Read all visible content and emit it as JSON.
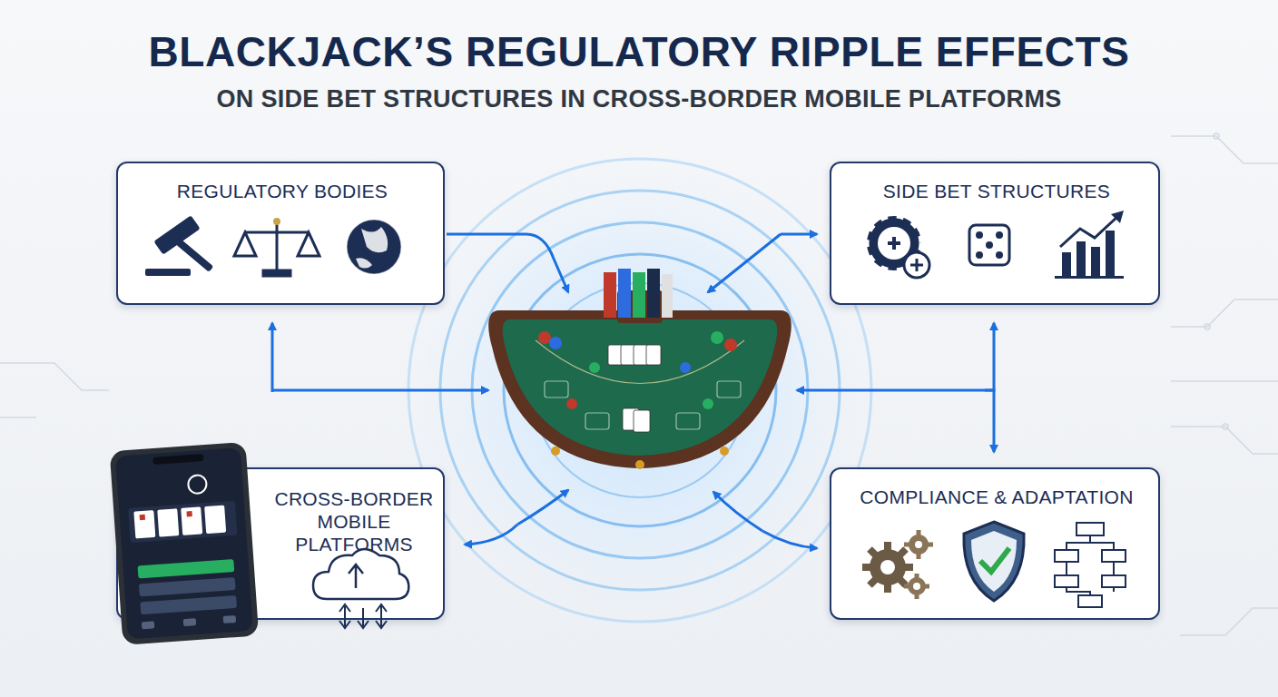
{
  "diagram": {
    "title": "BLACKJACK’S REGULATORY RIPPLE EFFECTS",
    "nodes": [
      {
        "text": [
          "REGULATORY BODIES"
        ]
      },
      {
        "text": [
          "SIDE BET STRUCTURES"
        ]
      },
      {
        "text": [
          "CROSS-BORDER MOBILE PLATFORMS"
        ]
      },
      {
        "text": [
          "COMPLIANCE & ADAPTATION"
        ]
      }
    ],
    "labels": [
      "ON SIDE BET STRUCTURES IN CROSS-BORDER MOBILE PLATFORMS"
    ]
  }
}
